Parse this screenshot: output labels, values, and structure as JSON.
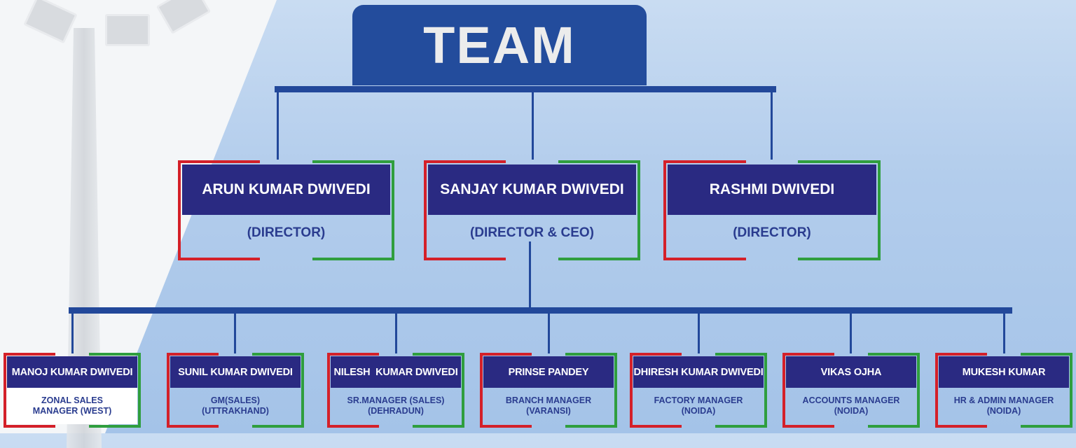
{
  "title": "TEAM",
  "colors": {
    "primary": "#234c9c",
    "name_bg": "#2a2a82",
    "accent_red": "#d42029",
    "accent_green": "#2f9e3e",
    "role_text": "#2a3c8f"
  },
  "directors": [
    {
      "name": "ARUN KUMAR DWIVEDI",
      "role": "(DIRECTOR)"
    },
    {
      "name": "SANJAY KUMAR DWIVEDI",
      "role": "(DIRECTOR & CEO)"
    },
    {
      "name": "RASHMI DWIVEDI",
      "role": "(DIRECTOR)"
    }
  ],
  "staff": [
    {
      "name": "MANOJ KUMAR DWIVEDI",
      "role_line1": "ZONAL SALES",
      "role_line2": "MANAGER (WEST)"
    },
    {
      "name": "SUNIL KUMAR DWIVEDI",
      "role_line1": "GM(SALES)",
      "role_line2": "(UTTRAKHAND)"
    },
    {
      "name": "NILESH  KUMAR DWIVEDI",
      "role_line1": "SR.MANAGER (SALES)",
      "role_line2": "(DEHRADUN)"
    },
    {
      "name": "PRINSE PANDEY",
      "role_line1": "BRANCH MANAGER",
      "role_line2": "(VARANSI)"
    },
    {
      "name": "DHIRESH KUMAR DWIVEDI",
      "role_line1": "FACTORY MANAGER",
      "role_line2": "(NOIDA)"
    },
    {
      "name": "VIKAS OJHA",
      "role_line1": "ACCOUNTS MANAGER",
      "role_line2": "(NOIDA)"
    },
    {
      "name": "MUKESH KUMAR",
      "role_line1": "HR & ADMIN MANAGER",
      "role_line2": "(NOIDA)"
    }
  ]
}
